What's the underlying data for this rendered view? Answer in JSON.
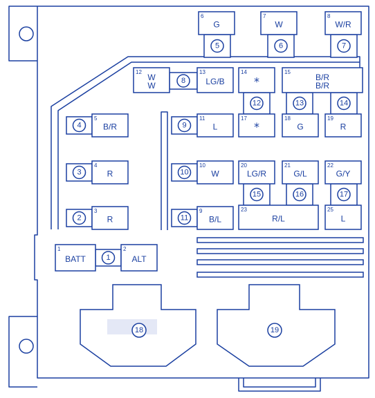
{
  "colors": {
    "line": "#1a3fa0",
    "highlight": "#e4e8f6",
    "background": "#ffffff"
  },
  "relays": [
    {
      "n": "1",
      "lines": [
        "BATT"
      ]
    },
    {
      "n": "2",
      "lines": [
        "ALT"
      ]
    },
    {
      "n": "3",
      "lines": [
        "R"
      ]
    },
    {
      "n": "4",
      "lines": [
        "R"
      ]
    },
    {
      "n": "5",
      "lines": [
        "B/R"
      ]
    },
    {
      "n": "6",
      "lines": [
        "G"
      ]
    },
    {
      "n": "7",
      "lines": [
        "W"
      ]
    },
    {
      "n": "8",
      "lines": [
        "W/R"
      ]
    },
    {
      "n": "9",
      "lines": [
        "B/L"
      ]
    },
    {
      "n": "10",
      "lines": [
        "W"
      ]
    },
    {
      "n": "11",
      "lines": [
        "L"
      ]
    },
    {
      "n": "12",
      "lines": [
        "W",
        "W"
      ]
    },
    {
      "n": "13",
      "lines": [
        "LG/B"
      ]
    },
    {
      "n": "14",
      "lines": [
        "*"
      ]
    },
    {
      "n": "15",
      "lines": [
        "B/R",
        "B/R"
      ]
    },
    {
      "n": "17",
      "lines": [
        "*"
      ]
    },
    {
      "n": "18",
      "lines": [
        "G"
      ]
    },
    {
      "n": "19",
      "lines": [
        "R"
      ]
    },
    {
      "n": "20",
      "lines": [
        "LG/R"
      ]
    },
    {
      "n": "21",
      "lines": [
        "G/L"
      ]
    },
    {
      "n": "22",
      "lines": [
        "G/Y"
      ]
    },
    {
      "n": "23",
      "lines": [
        "R/L"
      ]
    },
    {
      "n": "25",
      "lines": [
        "L"
      ]
    }
  ],
  "fuses": [
    "1",
    "2",
    "3",
    "4",
    "5",
    "6",
    "7",
    "8",
    "9",
    "10",
    "11",
    "12",
    "13",
    "14",
    "15",
    "16",
    "17"
  ],
  "large_fuses": [
    "18",
    "19"
  ]
}
